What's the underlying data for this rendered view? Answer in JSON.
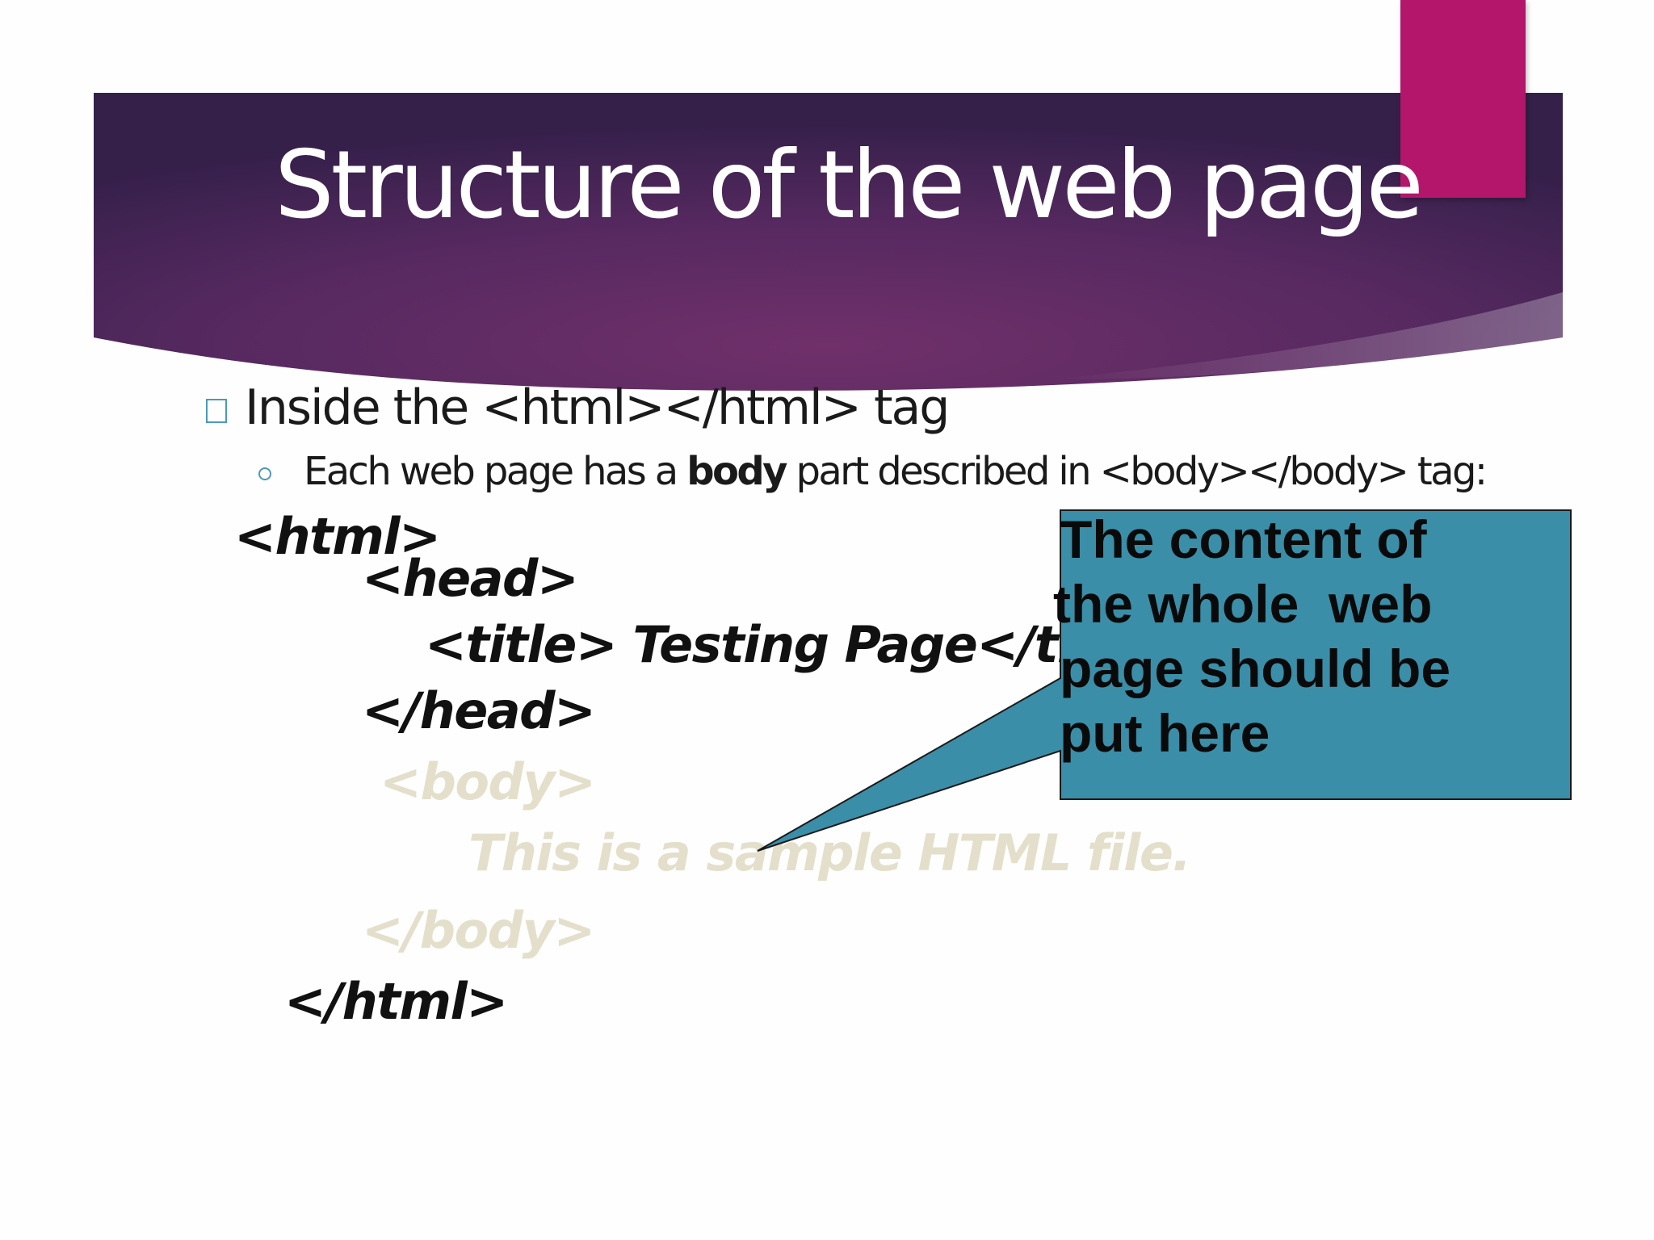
{
  "slide": {
    "title": "Structure of the web page",
    "colors": {
      "banner_dark": "#3a1f4f",
      "banner_mid": "#6b2c66",
      "accent": "#b3166b",
      "bullet_marker": "#4a9bb7",
      "callout_fill": "#3a8ea8",
      "faded_text": "#e4dfcb"
    },
    "bullet_level1": {
      "text": "Inside the <html></html> tag",
      "marker_icon": "hollow-square-icon"
    },
    "bullet_level2": {
      "text_before": "Each web page has a ",
      "bold": "body",
      "text_after": " part described in <body></body> tag:",
      "marker_icon": "hollow-circle-icon"
    },
    "code_lines": {
      "html_open": "<html>",
      "head_open": "<head>",
      "title_line": "<title> Testing Page</title>",
      "head_close": "</head>",
      "body_open": "<body>",
      "body_content": "This is a sample HTML file.",
      "body_close": "</body>",
      "html_close": "</html>"
    },
    "callout": {
      "line1": "The content of",
      "line2": "the whole  web",
      "line3": "page should be",
      "line4": "put here"
    }
  }
}
